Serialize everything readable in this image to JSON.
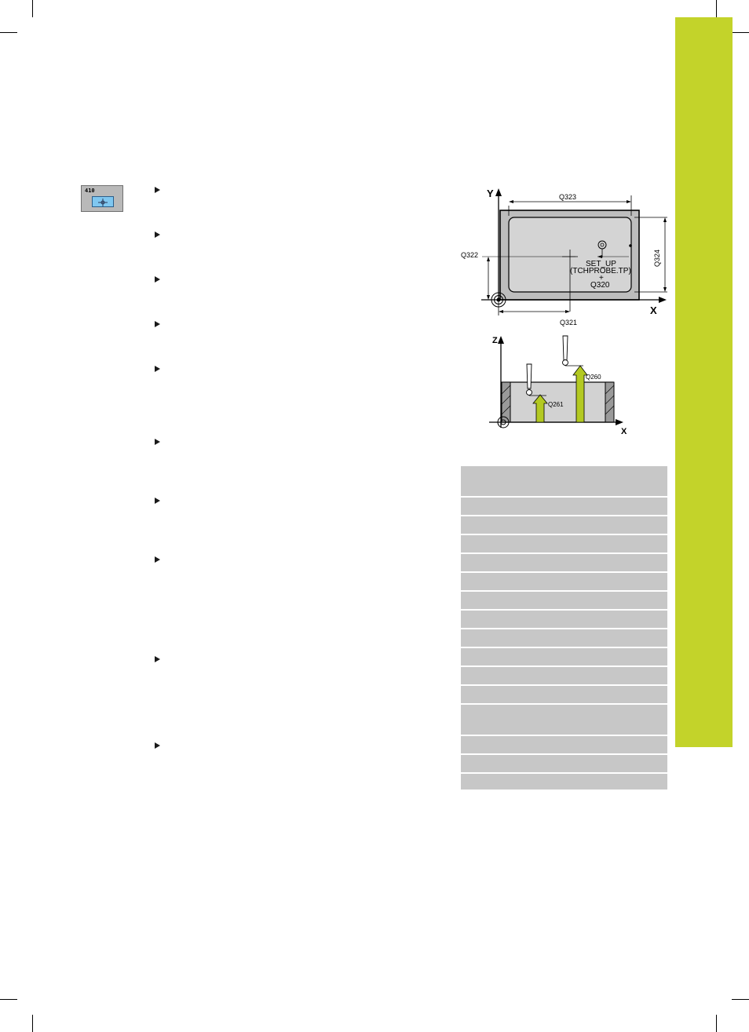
{
  "page": {
    "accent_color": "#c3d32a"
  },
  "cycle_icon": {
    "number": "410",
    "icon": "probe-center-icon"
  },
  "figure_top": {
    "axis_y": "Y",
    "axis_x": "X",
    "q323": "Q323",
    "q324": "Q324",
    "q322": "Q322",
    "q321": "Q321",
    "setup": "SET_UP",
    "tchprobe": "(TCHPROBE.TP)",
    "plus": "+",
    "q320": "Q320"
  },
  "figure_bottom": {
    "axis_z": "Z",
    "axis_x": "X",
    "q260": "Q260",
    "q261": "Q261"
  },
  "table_rows": [
    40,
    24,
    24,
    24,
    24,
    24,
    24,
    24,
    24,
    24,
    24,
    24,
    40,
    24,
    24,
    22
  ]
}
